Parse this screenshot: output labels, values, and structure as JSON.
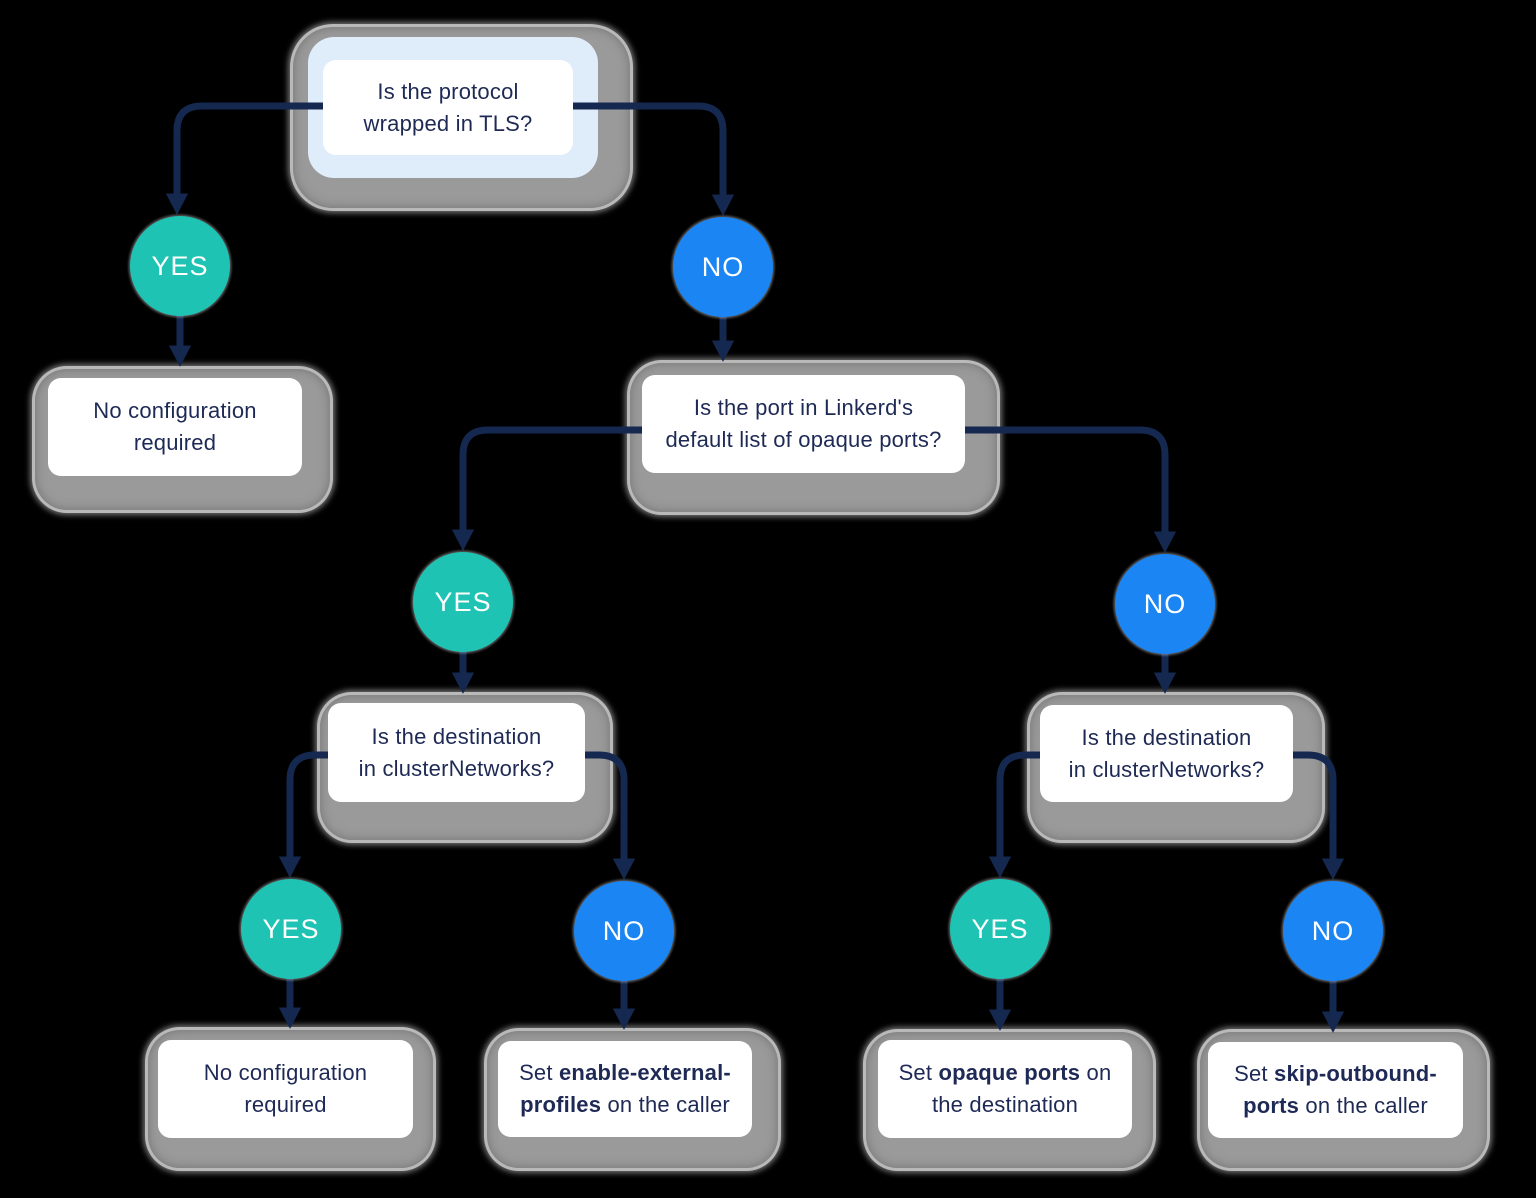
{
  "diagram": {
    "labels": {
      "yes": "YES",
      "no": "NO"
    },
    "questions": {
      "root": "Is the protocol\nwrapped in TLS?",
      "opaque_ports": "Is the port in Linkerd's\ndefault list of opaque ports?",
      "cluster_networks_left": "Is the destination\nin clusterNetworks?",
      "cluster_networks_right": "Is the destination\nin clusterNetworks?"
    },
    "results": {
      "no_config_top": "No configuration\nrequired",
      "no_config_bottom": "No configuration\nrequired",
      "enable_external": {
        "prefix": "Set ",
        "bold": "enable-external-profiles",
        "suffix": " on the caller"
      },
      "opaque_ports": {
        "prefix": "Set ",
        "bold": "opaque ports",
        "suffix": " on the destination"
      },
      "skip_outbound": {
        "prefix": "Set ",
        "bold": "skip-outbound-ports",
        "suffix": " on the caller"
      }
    },
    "colors": {
      "yes_circle": "#1fc3b3",
      "no_circle": "#1b85f3",
      "connector": "#152850",
      "text": "#1e2a55",
      "card_fill": "#ffffff",
      "shell_gray": "#9a9a9a",
      "root_highlight": "#dfecfa",
      "background": "#000000"
    }
  }
}
